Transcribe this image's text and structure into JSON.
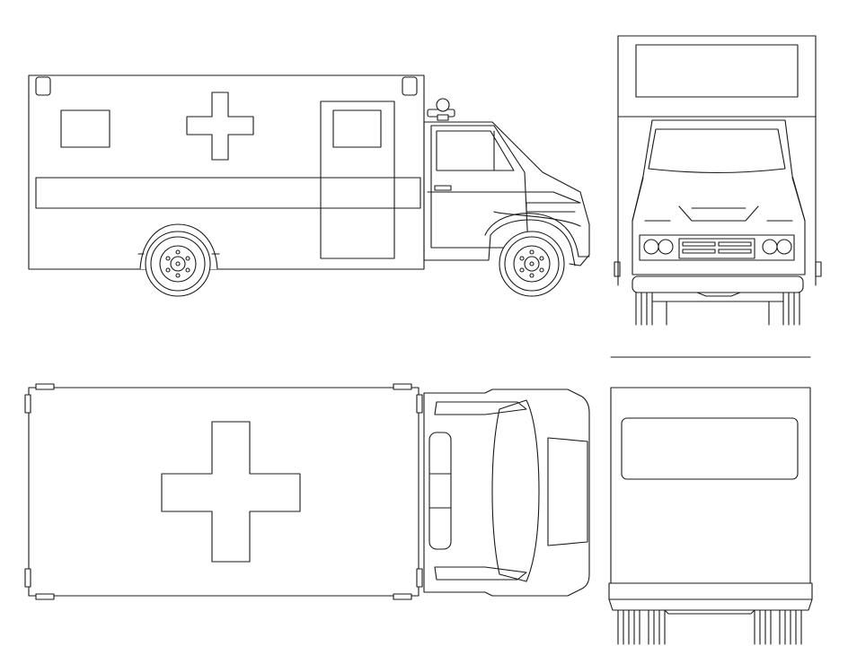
{
  "colors": {
    "line": "#1a1a1a",
    "paper": "#ffffff"
  },
  "views": [
    {
      "id": "side",
      "name": "side-view"
    },
    {
      "id": "front",
      "name": "front-view"
    },
    {
      "id": "top",
      "name": "top-view"
    },
    {
      "id": "rear",
      "name": "rear-view"
    }
  ],
  "icons": {
    "box_symbol": "cross-icon",
    "beacon": "beacon-light-icon",
    "wheel": "wheel-icon"
  }
}
